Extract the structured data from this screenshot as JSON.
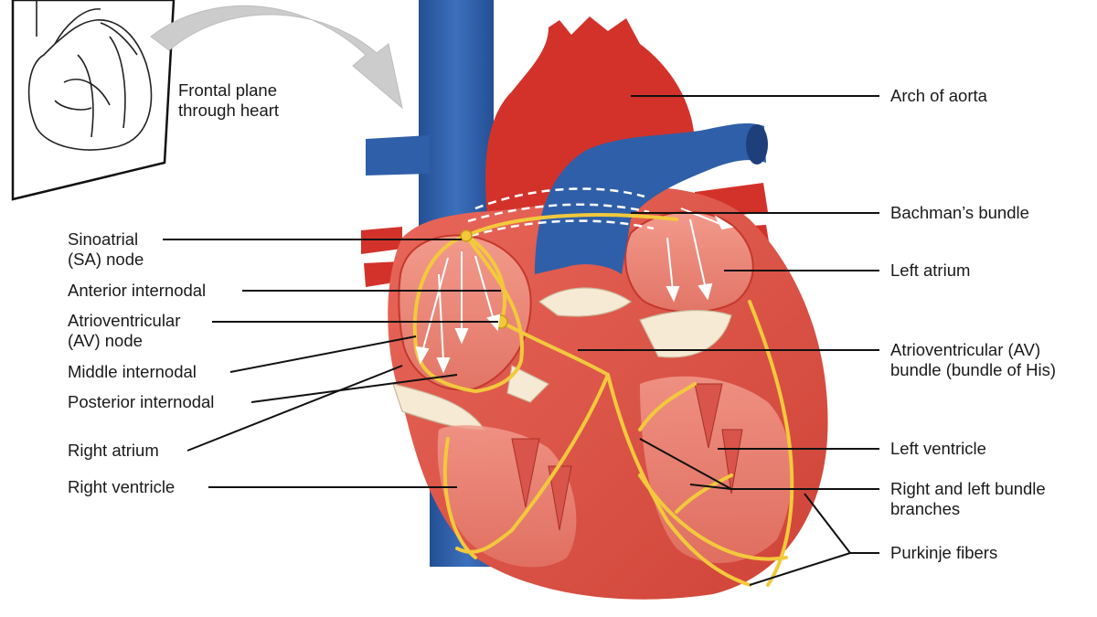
{
  "caption": {
    "line1": "Frontal plane",
    "line2": "through heart"
  },
  "labels_left": [
    {
      "id": "sa-node",
      "lines": [
        "Sinoatrial",
        "(SA) node"
      ]
    },
    {
      "id": "anterior-internodal",
      "lines": [
        "Anterior internodal"
      ]
    },
    {
      "id": "av-node",
      "lines": [
        "Atrioventricular",
        "(AV) node"
      ]
    },
    {
      "id": "middle-internodal",
      "lines": [
        "Middle internodal"
      ]
    },
    {
      "id": "posterior-internodal",
      "lines": [
        "Posterior internodal"
      ]
    },
    {
      "id": "right-atrium",
      "lines": [
        "Right atrium"
      ]
    },
    {
      "id": "right-ventricle",
      "lines": [
        "Right ventricle"
      ]
    }
  ],
  "labels_right": [
    {
      "id": "arch-of-aorta",
      "lines": [
        "Arch of aorta"
      ]
    },
    {
      "id": "bachmans-bundle",
      "lines": [
        "Bachman’s bundle"
      ]
    },
    {
      "id": "left-atrium",
      "lines": [
        "Left atrium"
      ]
    },
    {
      "id": "av-bundle",
      "lines": [
        "Atrioventricular (AV)",
        "bundle (bundle of His)"
      ]
    },
    {
      "id": "left-ventricle",
      "lines": [
        "Left ventricle"
      ]
    },
    {
      "id": "bundle-branches",
      "lines": [
        "Right and left bundle",
        "branches"
      ]
    },
    {
      "id": "purkinje-fibers",
      "lines": [
        "Purkinje fibers"
      ]
    }
  ],
  "colors": {
    "vena_cava": "#2f5fa8",
    "aorta": "#d3322a",
    "myocardium": "#e0574a",
    "chamber": "#ee8a7c",
    "valve": "#f6ead4",
    "conduction": "#f2c93c",
    "arrow": "#c9c9c9"
  }
}
